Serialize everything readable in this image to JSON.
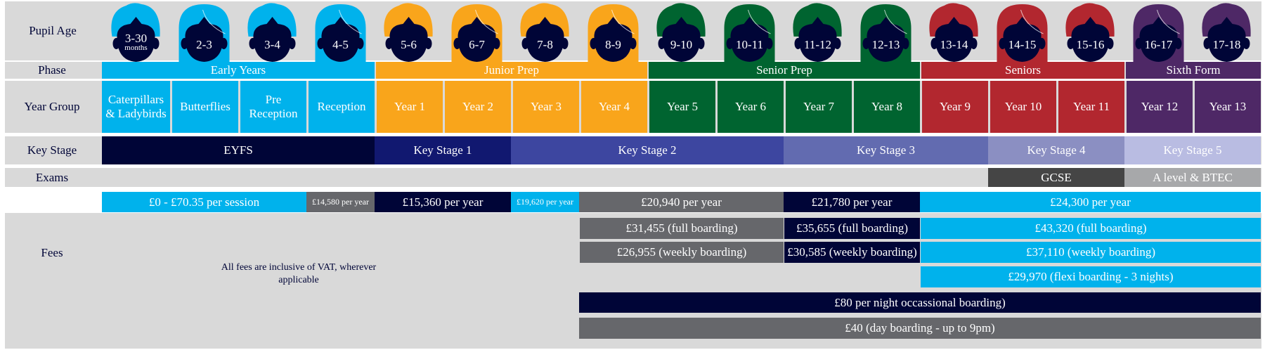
{
  "labels": {
    "pupil_age": "Pupil Age",
    "phase": "Phase",
    "year_group": "Year Group",
    "key_stage": "Key Stage",
    "exams": "Exams",
    "fees": "Fees"
  },
  "ages": [
    {
      "age": "3-30",
      "sub": "months"
    },
    {
      "age": "2-3"
    },
    {
      "age": "3-4"
    },
    {
      "age": "4-5"
    },
    {
      "age": "5-6"
    },
    {
      "age": "6-7"
    },
    {
      "age": "7-8"
    },
    {
      "age": "8-9"
    },
    {
      "age": "9-10"
    },
    {
      "age": "10-11"
    },
    {
      "age": "11-12"
    },
    {
      "age": "12-13"
    },
    {
      "age": "13-14"
    },
    {
      "age": "14-15"
    },
    {
      "age": "15-16"
    },
    {
      "age": "16-17"
    },
    {
      "age": "17-18"
    }
  ],
  "phases": [
    {
      "label": "Early Years",
      "color": "#00b2ec"
    },
    {
      "label": "Junior Prep",
      "color": "#f9a51b"
    },
    {
      "label": "Senior Prep",
      "color": "#006430"
    },
    {
      "label": "Seniors",
      "color": "#b2272f"
    },
    {
      "label": "Sixth Form",
      "color": "#4e2866"
    }
  ],
  "year_groups": [
    "Caterpillars & Ladybirds",
    "Butterflies",
    "Pre Reception",
    "Reception",
    "Year 1",
    "Year 2",
    "Year 3",
    "Year 4",
    "Year 5",
    "Year 6",
    "Year 7",
    "Year 8",
    "Year 9",
    "Year 10",
    "Year 11",
    "Year 12",
    "Year 13"
  ],
  "key_stages": [
    {
      "label": "EYFS",
      "color": "#000537"
    },
    {
      "label": "Key Stage 1",
      "color": "#111870"
    },
    {
      "label": "Key Stage 2",
      "color": "#3d46a0"
    },
    {
      "label": "Key Stage 3",
      "color": "#626bb0"
    },
    {
      "label": "Key Stage 4",
      "color": "#8b8fc2"
    },
    {
      "label": "Key Stage 5",
      "color": "#b9bce2"
    }
  ],
  "exams": [
    {
      "label": "GCSE",
      "color": "#454545"
    },
    {
      "label": "A level & BTEC",
      "color": "#a7a8aa"
    }
  ],
  "fees_day": [
    {
      "label": "£0 - £70.35 per session",
      "color": "#00b2ec"
    },
    {
      "label": "£14,580 per year",
      "color": "#66676b"
    },
    {
      "label": "£15,360 per year",
      "color": "#000537"
    },
    {
      "label": "£19,620 per year",
      "color": "#00b2ec"
    },
    {
      "label": "£20,940 per year",
      "color": "#66676b"
    },
    {
      "label": "£21,780 per year",
      "color": "#000537"
    },
    {
      "label": "£24,300 per year",
      "color": "#00b2ec"
    }
  ],
  "fees_full_boarding": [
    {
      "label": "£31,455 (full boarding)",
      "color": "#66676b"
    },
    {
      "label": "£35,655 (full boarding)",
      "color": "#000537"
    },
    {
      "label": "£43,320 (full boarding)",
      "color": "#00b2ec"
    }
  ],
  "fees_weekly_boarding": [
    {
      "label": "£26,955 (weekly boarding)",
      "color": "#66676b"
    },
    {
      "label": "£30,585 (weekly boarding)",
      "color": "#000537"
    },
    {
      "label": "£37,110 (weekly boarding)",
      "color": "#00b2ec"
    }
  ],
  "fees_flexi": [
    {
      "label": "£29,970 (flexi boarding - 3 nights)",
      "color": "#00b2ec"
    }
  ],
  "fees_occasional": [
    {
      "label": "£80 per night occassional boarding)",
      "color": "#000537"
    }
  ],
  "fees_day_boarding": [
    {
      "label": "£40 (day boarding - up to 9pm)",
      "color": "#66676b"
    }
  ],
  "note": "All fees are inclusive of VAT, wherever applicable",
  "colors": {
    "background": "#d9d9d9",
    "face": "#000537",
    "text": "#000537"
  }
}
